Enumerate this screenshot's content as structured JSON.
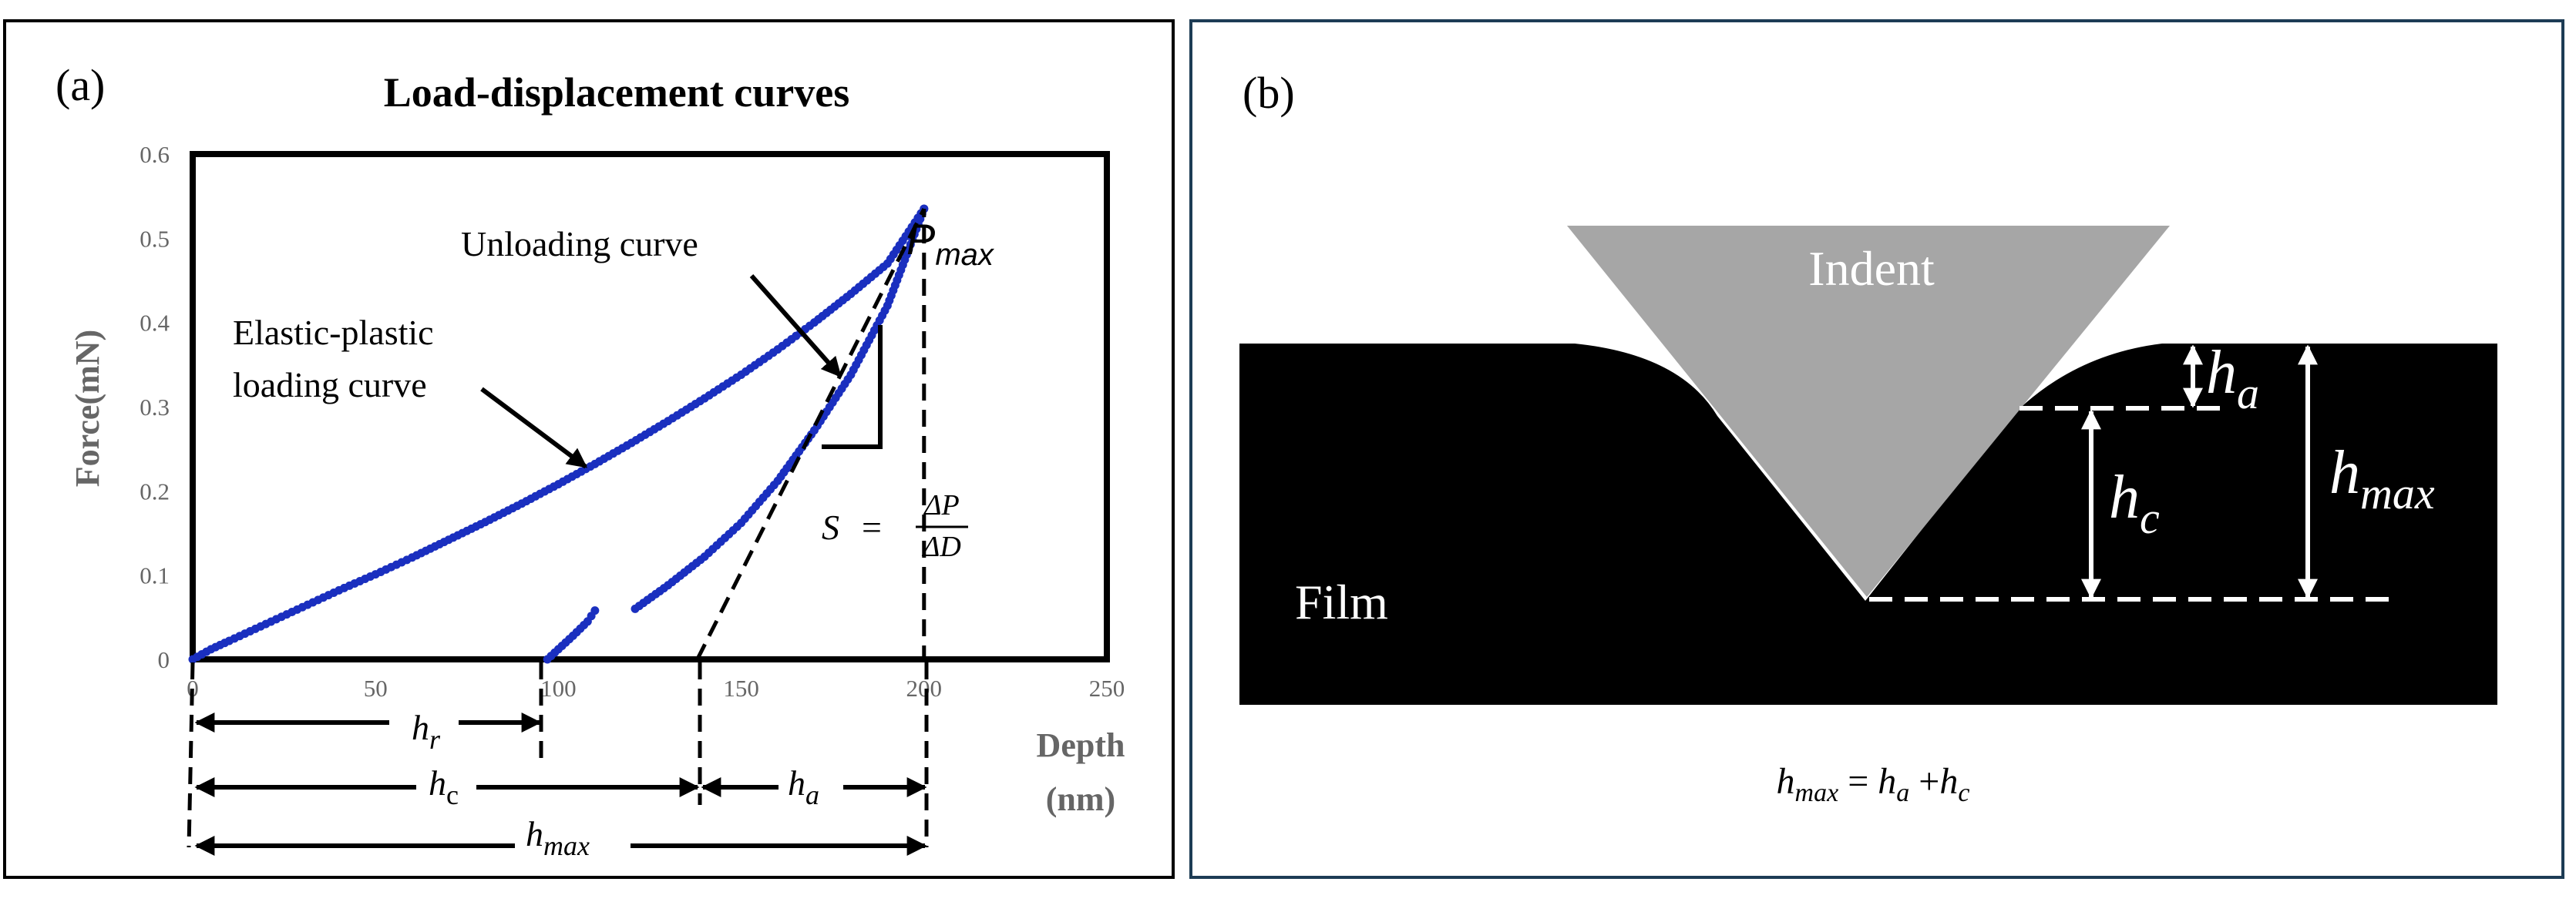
{
  "panel_a": {
    "label": "(a)",
    "title": "Load-displacement curves",
    "ylabel": "Force(mN)",
    "xlabel_line1": "Depth",
    "xlabel_line2": "(nm)",
    "annotations": {
      "pmax_main": "P",
      "pmax_sub": "max",
      "unloading": "Unloading curve",
      "loading_line1": "Elastic-plastic",
      "loading_line2": "loading curve",
      "stiffness_S": "S",
      "stiffness_eq": "=",
      "stiffness_num": "ΔP",
      "stiffness_den": "ΔD"
    },
    "dimensions": {
      "hr_main": "h",
      "hr_sub": "r",
      "hc_main": "h",
      "hc_sub": "c",
      "ha_main": "h",
      "ha_sub": "a",
      "hmax_main": "h",
      "hmax_sub": "max"
    }
  },
  "panel_b": {
    "label": "(b)",
    "indent_label": "Indent",
    "film_label": "Film",
    "ha_main": "h",
    "ha_sub": "a",
    "hc_main": "h",
    "hc_sub": "c",
    "hmax_main": "h",
    "hmax_sub": "max",
    "equation": {
      "lhs_main": "h",
      "lhs_sub": "max",
      "eq": " = ",
      "t1_main": "h",
      "t1_sub": "a",
      "plus": " +",
      "t2_main": "h",
      "t2_sub": "c"
    },
    "colors": {
      "indent": "#a6a6a6",
      "film": "#000000",
      "lines": "#ffffff"
    }
  },
  "chart_data": {
    "type": "scatter",
    "title": "Load-displacement curves",
    "xlabel": "Depth (nm)",
    "ylabel": "Force(mN)",
    "xlim": [
      0,
      250
    ],
    "ylim": [
      0,
      0.6
    ],
    "xticks": [
      "0",
      "50",
      "100",
      "150",
      "200",
      "250"
    ],
    "yticks": [
      "0",
      "0.1",
      "0.2",
      "0.3",
      "0.4",
      "0.5",
      "0.6"
    ],
    "grid": false,
    "marker_color": "#1a2fbf",
    "series": [
      {
        "x": [
          0,
          5,
          10,
          20,
          30,
          40,
          50,
          60,
          70,
          80,
          90,
          100,
          110,
          120,
          130,
          140,
          150,
          160,
          170,
          180,
          190,
          200
        ],
        "y": [
          0,
          0.012,
          0.022,
          0.042,
          0.062,
          0.082,
          0.101,
          0.121,
          0.142,
          0.163,
          0.185,
          0.208,
          0.232,
          0.257,
          0.283,
          0.31,
          0.338,
          0.368,
          0.4,
          0.434,
          0.47,
          0.535
        ]
      },
      {
        "x": [
          97,
          100,
          104,
          108,
          110
        ],
        "y": [
          0,
          0.012,
          0.028,
          0.045,
          0.058
        ]
      },
      {
        "x": [
          121,
          130,
          140,
          150,
          160,
          170,
          180,
          190,
          200
        ],
        "y": [
          0.06,
          0.088,
          0.122,
          0.162,
          0.212,
          0.272,
          0.338,
          0.42,
          0.535
        ]
      }
    ],
    "tangent_line": {
      "x": [
        138,
        200
      ],
      "y": [
        0,
        0.535
      ]
    },
    "vertical_marker": {
      "x": 200
    }
  }
}
